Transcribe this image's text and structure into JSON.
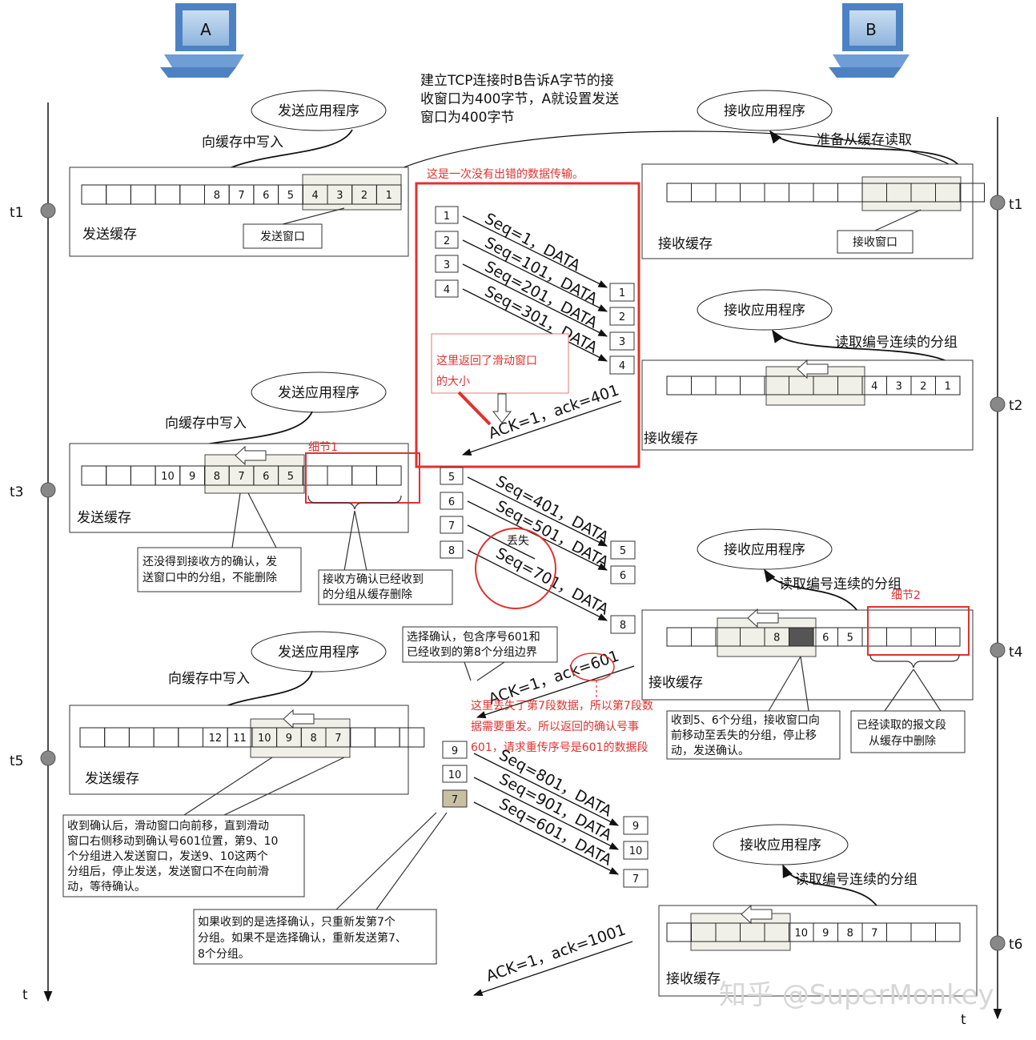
{
  "computers": {
    "a": "A",
    "b": "B"
  },
  "intro_note": [
    "建立TCP连接时B告诉A字节的接",
    "收窗口为400字节，A就设置发送",
    "窗口为400字节"
  ],
  "error_free_note": "这是一次没有出错的数据传输。",
  "time_labels": {
    "a_t1": "t1",
    "a_t3": "t3",
    "a_t5": "t5",
    "a_t": "t",
    "b_t1": "t1",
    "b_t2": "t2",
    "b_t4": "t4",
    "b_t6": "t6",
    "b_t": "t"
  },
  "sender": {
    "app1": "发送应用程序",
    "write1": "向缓存中写入",
    "buffer1": "发送缓存",
    "window1": "发送窗口",
    "cells1": [
      "",
      "",
      "",
      "",
      "",
      "8",
      "7",
      "6",
      "5",
      "4",
      "3",
      "2",
      "1"
    ],
    "app2": "发送应用程序",
    "write2": "向缓存中写入",
    "buffer2": "发送缓存",
    "cells2": [
      "",
      "",
      "",
      "10",
      "9",
      "8",
      "7",
      "6",
      "5",
      "",
      "",
      "",
      ""
    ],
    "app3": "发送应用程序",
    "write3": "向缓存中写入",
    "buffer3": "发送缓存",
    "cells3": [
      "",
      "",
      "",
      "",
      "",
      "12",
      "11",
      "10",
      "9",
      "8",
      "7",
      "",
      "",
      ""
    ]
  },
  "receiver": {
    "app1": "接收应用程序",
    "read1": "准备从缓存读取",
    "buffer1": "接收缓存",
    "window1": "接收窗口",
    "cells1": [
      "",
      "",
      "",
      "",
      "",
      "",
      "",
      "",
      "",
      "",
      "",
      "",
      ""
    ],
    "app2": "接收应用程序",
    "read2": "读取编号连续的分组",
    "buffer2": "接收缓存",
    "cells2": [
      "",
      "",
      "",
      "",
      "",
      "",
      "",
      "",
      "4",
      "3",
      "2",
      "1"
    ],
    "app3": "接收应用程序",
    "read3": "读取编号连续的分组",
    "buffer3": "接收缓存",
    "cells3": [
      "",
      "",
      "",
      "",
      "8",
      "",
      "6",
      "5",
      "",
      "",
      "",
      ""
    ],
    "app4": "接收应用程序",
    "read4": "读取编号连续的分组",
    "buffer4": "接收缓存",
    "cells4": [
      "",
      "",
      "",
      "",
      "",
      "10",
      "9",
      "8",
      "7",
      "",
      "",
      ""
    ]
  },
  "segments_1": {
    "sent": [
      "1",
      "2",
      "3",
      "4"
    ],
    "labels": [
      "Seq=1，DATA",
      "Seq=101，DATA",
      "Seq=201，DATA",
      "Seq=301，DATA"
    ],
    "received": [
      "1",
      "2",
      "3",
      "4"
    ],
    "ack": "ACK=1，ack=401",
    "window_note": [
      "这里返回了滑动窗口",
      "的大小"
    ]
  },
  "segments_2": {
    "sent": [
      "5",
      "6",
      "7",
      "8"
    ],
    "labels": [
      "Seq=401，DATA",
      "Seq=501，DATA",
      "Seq=701，DATA"
    ],
    "lost": "丢失",
    "received": [
      "5",
      "6",
      "8"
    ],
    "sack_note": [
      "选择确认，包含序号601和",
      "已经收到的第8个分组边界"
    ],
    "ack": "ACK=1，ack=601",
    "lost_note": [
      "这里丢失了第7段数据，所以第7段数",
      "据需要重发。所以返回的确认号事",
      "601，请求重传序号是601的数据段"
    ]
  },
  "segments_3": {
    "sent": [
      "9",
      "10",
      "7"
    ],
    "labels": [
      "Seq=801，DATA",
      "Seq=901，DATA",
      "Seq=601，DATA"
    ],
    "received": [
      "9",
      "10",
      "7"
    ],
    "ack": "ACK=1，ack=1001"
  },
  "detail_labels": {
    "detail1": "细节1",
    "detail2": "细节2"
  },
  "notes": {
    "unacked": [
      "还没得到接收方的确认，发",
      "送窗口中的分组，不能删除"
    ],
    "acked_deleted": [
      "接收方确认已经收到",
      "的分组从缓存删除"
    ],
    "receiver_move": [
      "收到5、6个分组，接收窗口向",
      "前移动至丢失的分组，停止移",
      "动，发送确认。"
    ],
    "read_deleted": [
      "已经读取的报文段",
      "从缓存中删除"
    ],
    "sender_move": [
      "收到确认后，滑动窗口向前移，直到滑动",
      "窗口右侧移动到确认号601位置，第9、10",
      "个分组进入发送窗口，发送9、10这两个",
      "分组后，停止发送，发送窗口不在向前滑",
      "动，等待确认。"
    ],
    "selective": [
      "如果收到的是选择确认，只重新发第7个",
      "分组。如果不是选择确认，重新发送第7、",
      "8个分组。"
    ]
  },
  "watermark": "知乎 @SuperMonkey"
}
